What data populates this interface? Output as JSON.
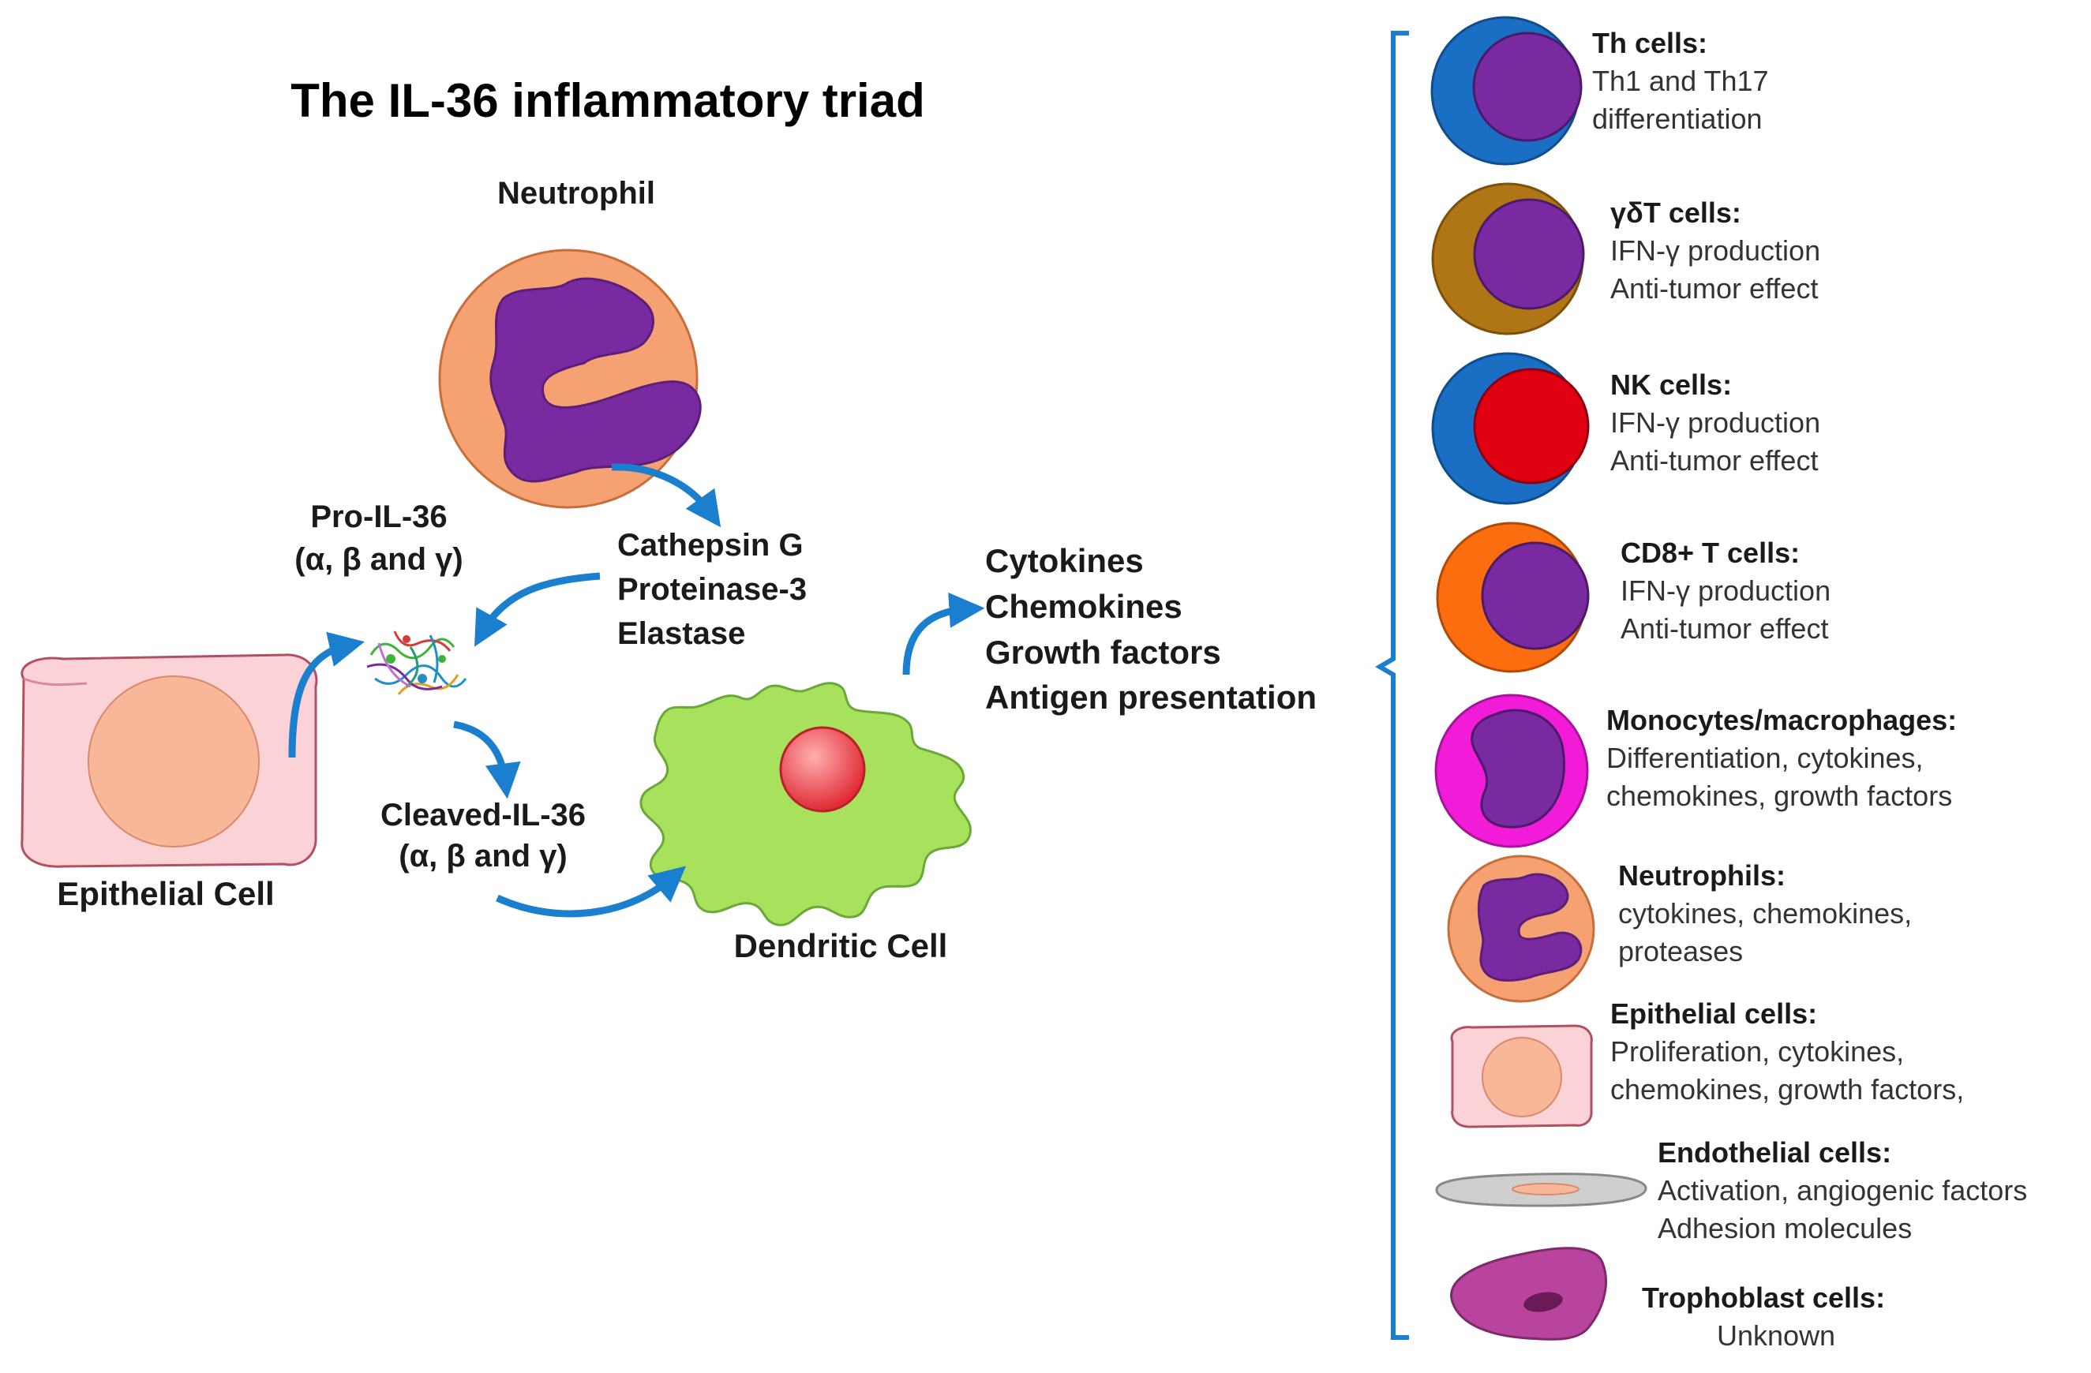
{
  "title": "The IL-36 inflammatory triad",
  "labels": {
    "neutrophil": "Neutrophil",
    "pro_il36": [
      "Pro-IL-36",
      "(α, β and γ)"
    ],
    "proteases": [
      "Cathepsin G",
      "Proteinase-3",
      "Elastase"
    ],
    "outputs": [
      "Cytokines",
      "Chemokines",
      "Growth factors",
      "Antigen presentation"
    ],
    "cleaved_il36": [
      "Cleaved-IL-36",
      "(α, β and γ)"
    ],
    "epithelial_cell": "Epithelial Cell",
    "dendritic_cell": "Dendritic Cell"
  },
  "targets": [
    {
      "name": "Th cells:",
      "effects": [
        "Th1 and Th17",
        "differentiation"
      ],
      "icon": "th-cell-icon"
    },
    {
      "name": "γδT cells:",
      "effects": [
        "IFN-γ production",
        "Anti-tumor effect"
      ],
      "icon": "gd-t-cell-icon"
    },
    {
      "name": "NK cells:",
      "effects": [
        "IFN-γ production",
        "Anti-tumor effect"
      ],
      "icon": "nk-cell-icon"
    },
    {
      "name": "CD8+ T cells:",
      "effects": [
        "IFN-γ production",
        "Anti-tumor effect"
      ],
      "icon": "cd8-t-cell-icon"
    },
    {
      "name": "Monocytes/macrophages:",
      "effects": [
        "Differentiation, cytokines,",
        "chemokines, growth factors"
      ],
      "icon": "macrophage-icon"
    },
    {
      "name": "Neutrophils:",
      "effects": [
        "cytokines, chemokines,",
        "proteases"
      ],
      "icon": "neutrophil-icon"
    },
    {
      "name": "Epithelial cells:",
      "effects": [
        "Proliferation, cytokines,",
        "chemokines, growth factors,"
      ],
      "icon": "epithelial-cell-icon"
    },
    {
      "name": "Endothelial cells:",
      "effects": [
        "Activation, angiogenic factors",
        "Adhesion molecules"
      ],
      "icon": "endothelial-cell-icon"
    },
    {
      "name": "Trophoblast cells:",
      "effects": [
        "Unknown"
      ],
      "icon": "trophoblast-cell-icon"
    }
  ],
  "colors": {
    "arrow": "#1a7fcf",
    "nucleus_purple": "#7a2aa0",
    "th_blue": "#1a6ec4",
    "gd_brown": "#b07514",
    "nk_red": "#e00012",
    "cd8_orange": "#fb6d0f",
    "macrophage_magenta": "#f21cd8",
    "neutrophil_salmon": "#f6a171",
    "epithelial_pink": "#fbd3d7",
    "epithelial_nucleus": "#f9b79a",
    "dendritic_green": "#a8e25c",
    "dendritic_nucleus": "#e8454a",
    "endothelial_gray": "#cfcfcf",
    "trophoblast_purple": "#b9449e",
    "bracket": "#1a7fcf"
  }
}
